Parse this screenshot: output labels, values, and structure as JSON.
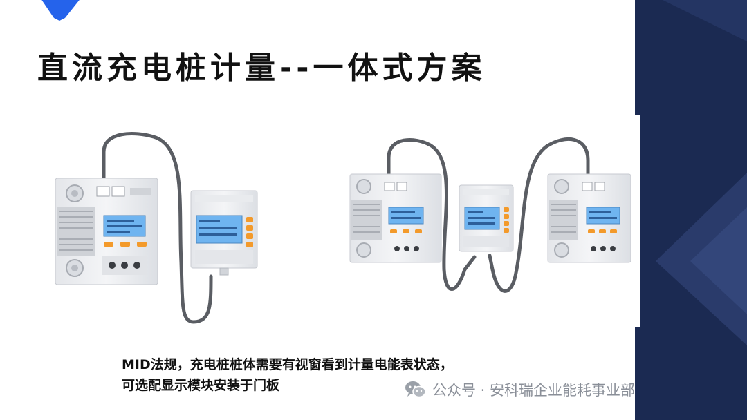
{
  "slide": {
    "title": "直流充电桩计量--一体式方案",
    "caption_line1": "MID法规，充电桩桩体需要有视窗看到计量电能表状态，",
    "caption_line2": "可选配显示模块安装于门板",
    "watermark": "公众号 · 安科瑞企业能耗事业部"
  },
  "colors": {
    "accent_blue": "#2563eb",
    "panel_navy": "#1b2a52",
    "lcd_blue": "#6fb4f0",
    "button_orange": "#f39a2b",
    "cable_gray": "#5a5d63"
  },
  "icons": {
    "watermark_icon": "wechat-icon"
  }
}
